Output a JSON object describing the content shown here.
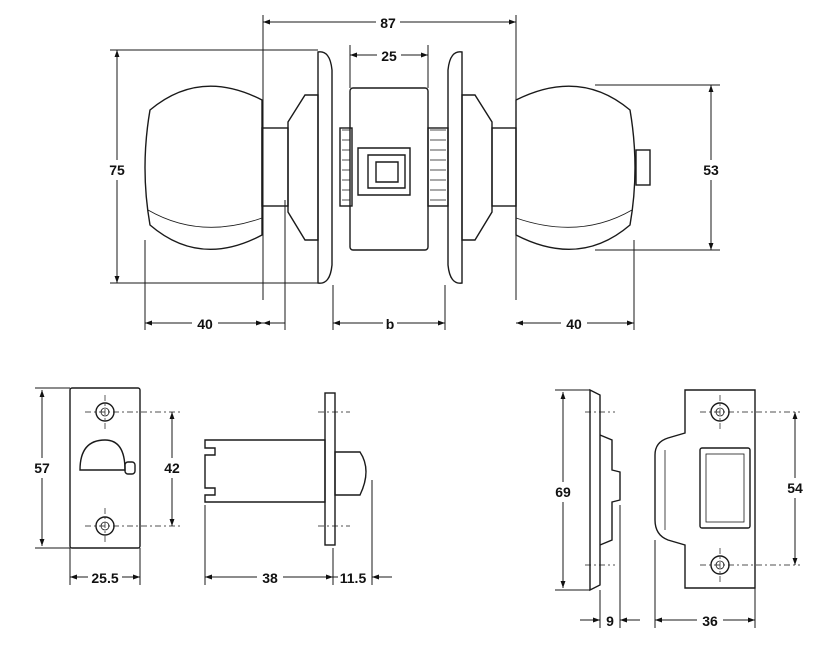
{
  "drawing": {
    "knobset_view": {
      "overall_width": "87",
      "latch_width": "25",
      "rose_height": "75",
      "knob_height": "53",
      "left_knob_depth": "40",
      "door_thickness": "b",
      "right_knob_depth": "40"
    },
    "latch_faceplate": {
      "height": "57",
      "hole_spacing": "42",
      "width": "25.5"
    },
    "latch_side": {
      "backset": "38",
      "bolt_projection": "11.5"
    },
    "strike_side": {
      "height": "69",
      "depth": "9"
    },
    "strike_plate": {
      "hole_spacing": "54",
      "width": "36"
    }
  }
}
